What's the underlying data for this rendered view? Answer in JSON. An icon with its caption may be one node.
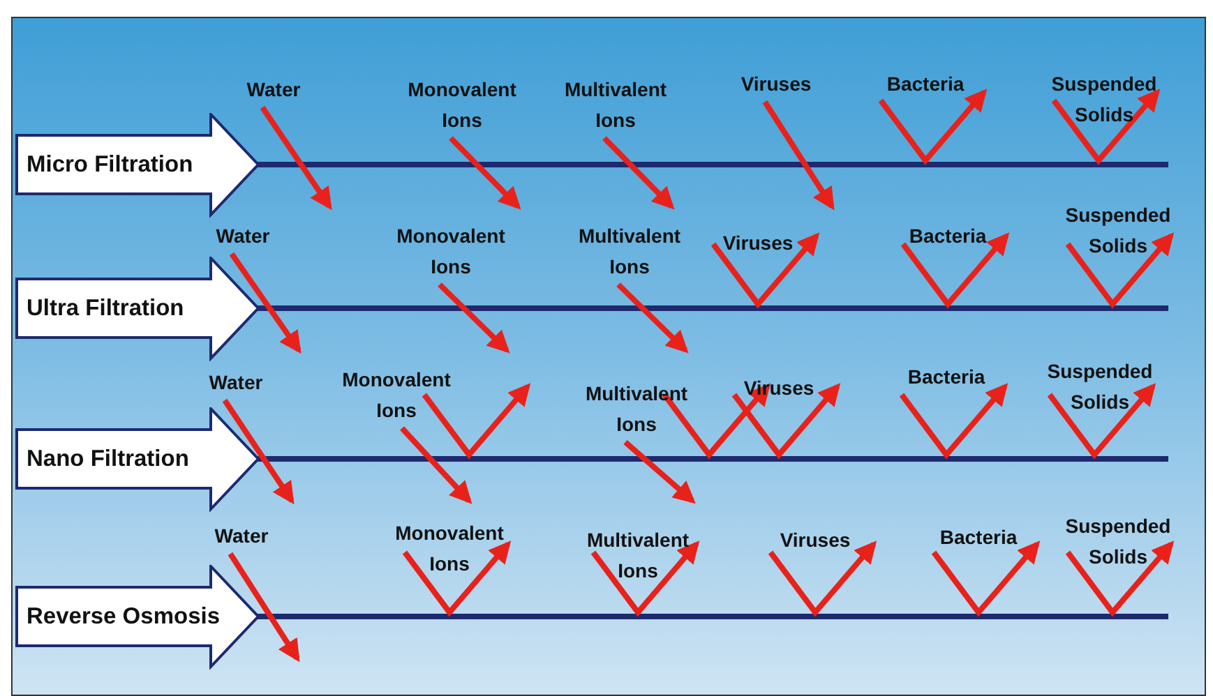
{
  "diagram": {
    "nodes": [
      {
        "text": [
          "Micro Filtration"
        ]
      },
      {
        "text": [
          "Ultra Filtration"
        ]
      },
      {
        "text": [
          "Nano Filtration"
        ]
      },
      {
        "text": [
          "Reverse Osmosis"
        ]
      }
    ],
    "labels": [
      "Water",
      "Monovalent Ions",
      "Multivalent Ions",
      "Viruses",
      "Bacteria",
      "Suspended Solids",
      "Water",
      "Monovalent Ions",
      "Multivalent Ions",
      "Viruses",
      "Bacteria",
      "Suspended Solids",
      "Water",
      "Monovalent Ions",
      "Multivalent Ions",
      "Viruses",
      "Bacteria",
      "Suspended Solids",
      "Water",
      "Monovalent Ions",
      "Multivalent Ions",
      "Viruses",
      "Bacteria",
      "Suspended Solids"
    ]
  }
}
